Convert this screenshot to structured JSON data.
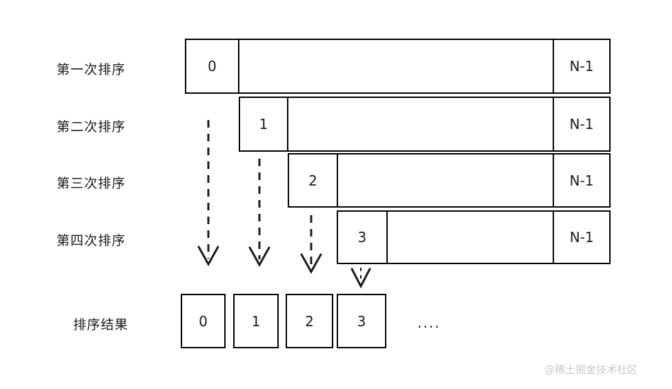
{
  "diagram": {
    "title": "selection-sort-passes",
    "stroke_color": "#000000",
    "background_color": "#ffffff",
    "text_color": "#1a1a1a",
    "arrow_color": "#1a1a1a",
    "watermark_color": "#c8c8c8"
  },
  "row_labels": [
    {
      "text": "第一次排序"
    },
    {
      "text": "第二次排序"
    },
    {
      "text": "第三次排序"
    },
    {
      "text": "第四次排序"
    },
    {
      "text": "排序结果"
    }
  ],
  "passes": [
    {
      "label": "第一次排序",
      "cells": [
        {
          "text": "0"
        },
        {
          "text": ""
        },
        {
          "text": "N-1"
        }
      ]
    },
    {
      "label": "第二次排序",
      "cells": [
        {
          "text": "1"
        },
        {
          "text": ""
        },
        {
          "text": "N-1"
        }
      ]
    },
    {
      "label": "第三次排序",
      "cells": [
        {
          "text": "2"
        },
        {
          "text": ""
        },
        {
          "text": "N-1"
        }
      ]
    },
    {
      "label": "第四次排序",
      "cells": [
        {
          "text": "3"
        },
        {
          "text": ""
        },
        {
          "text": "N-1"
        }
      ]
    }
  ],
  "result": {
    "label": "排序结果",
    "boxes": [
      {
        "text": "0"
      },
      {
        "text": "1"
      },
      {
        "text": "2"
      },
      {
        "text": "3"
      }
    ],
    "ellipsis": "...."
  },
  "arrows": [
    {
      "name": "arrow-pass-1-to-result-0"
    },
    {
      "name": "arrow-pass-2-to-result-1"
    },
    {
      "name": "arrow-pass-3-to-result-2"
    },
    {
      "name": "arrow-pass-4-to-result-3"
    }
  ],
  "watermark": {
    "text": "@稀土掘金技术社区"
  }
}
